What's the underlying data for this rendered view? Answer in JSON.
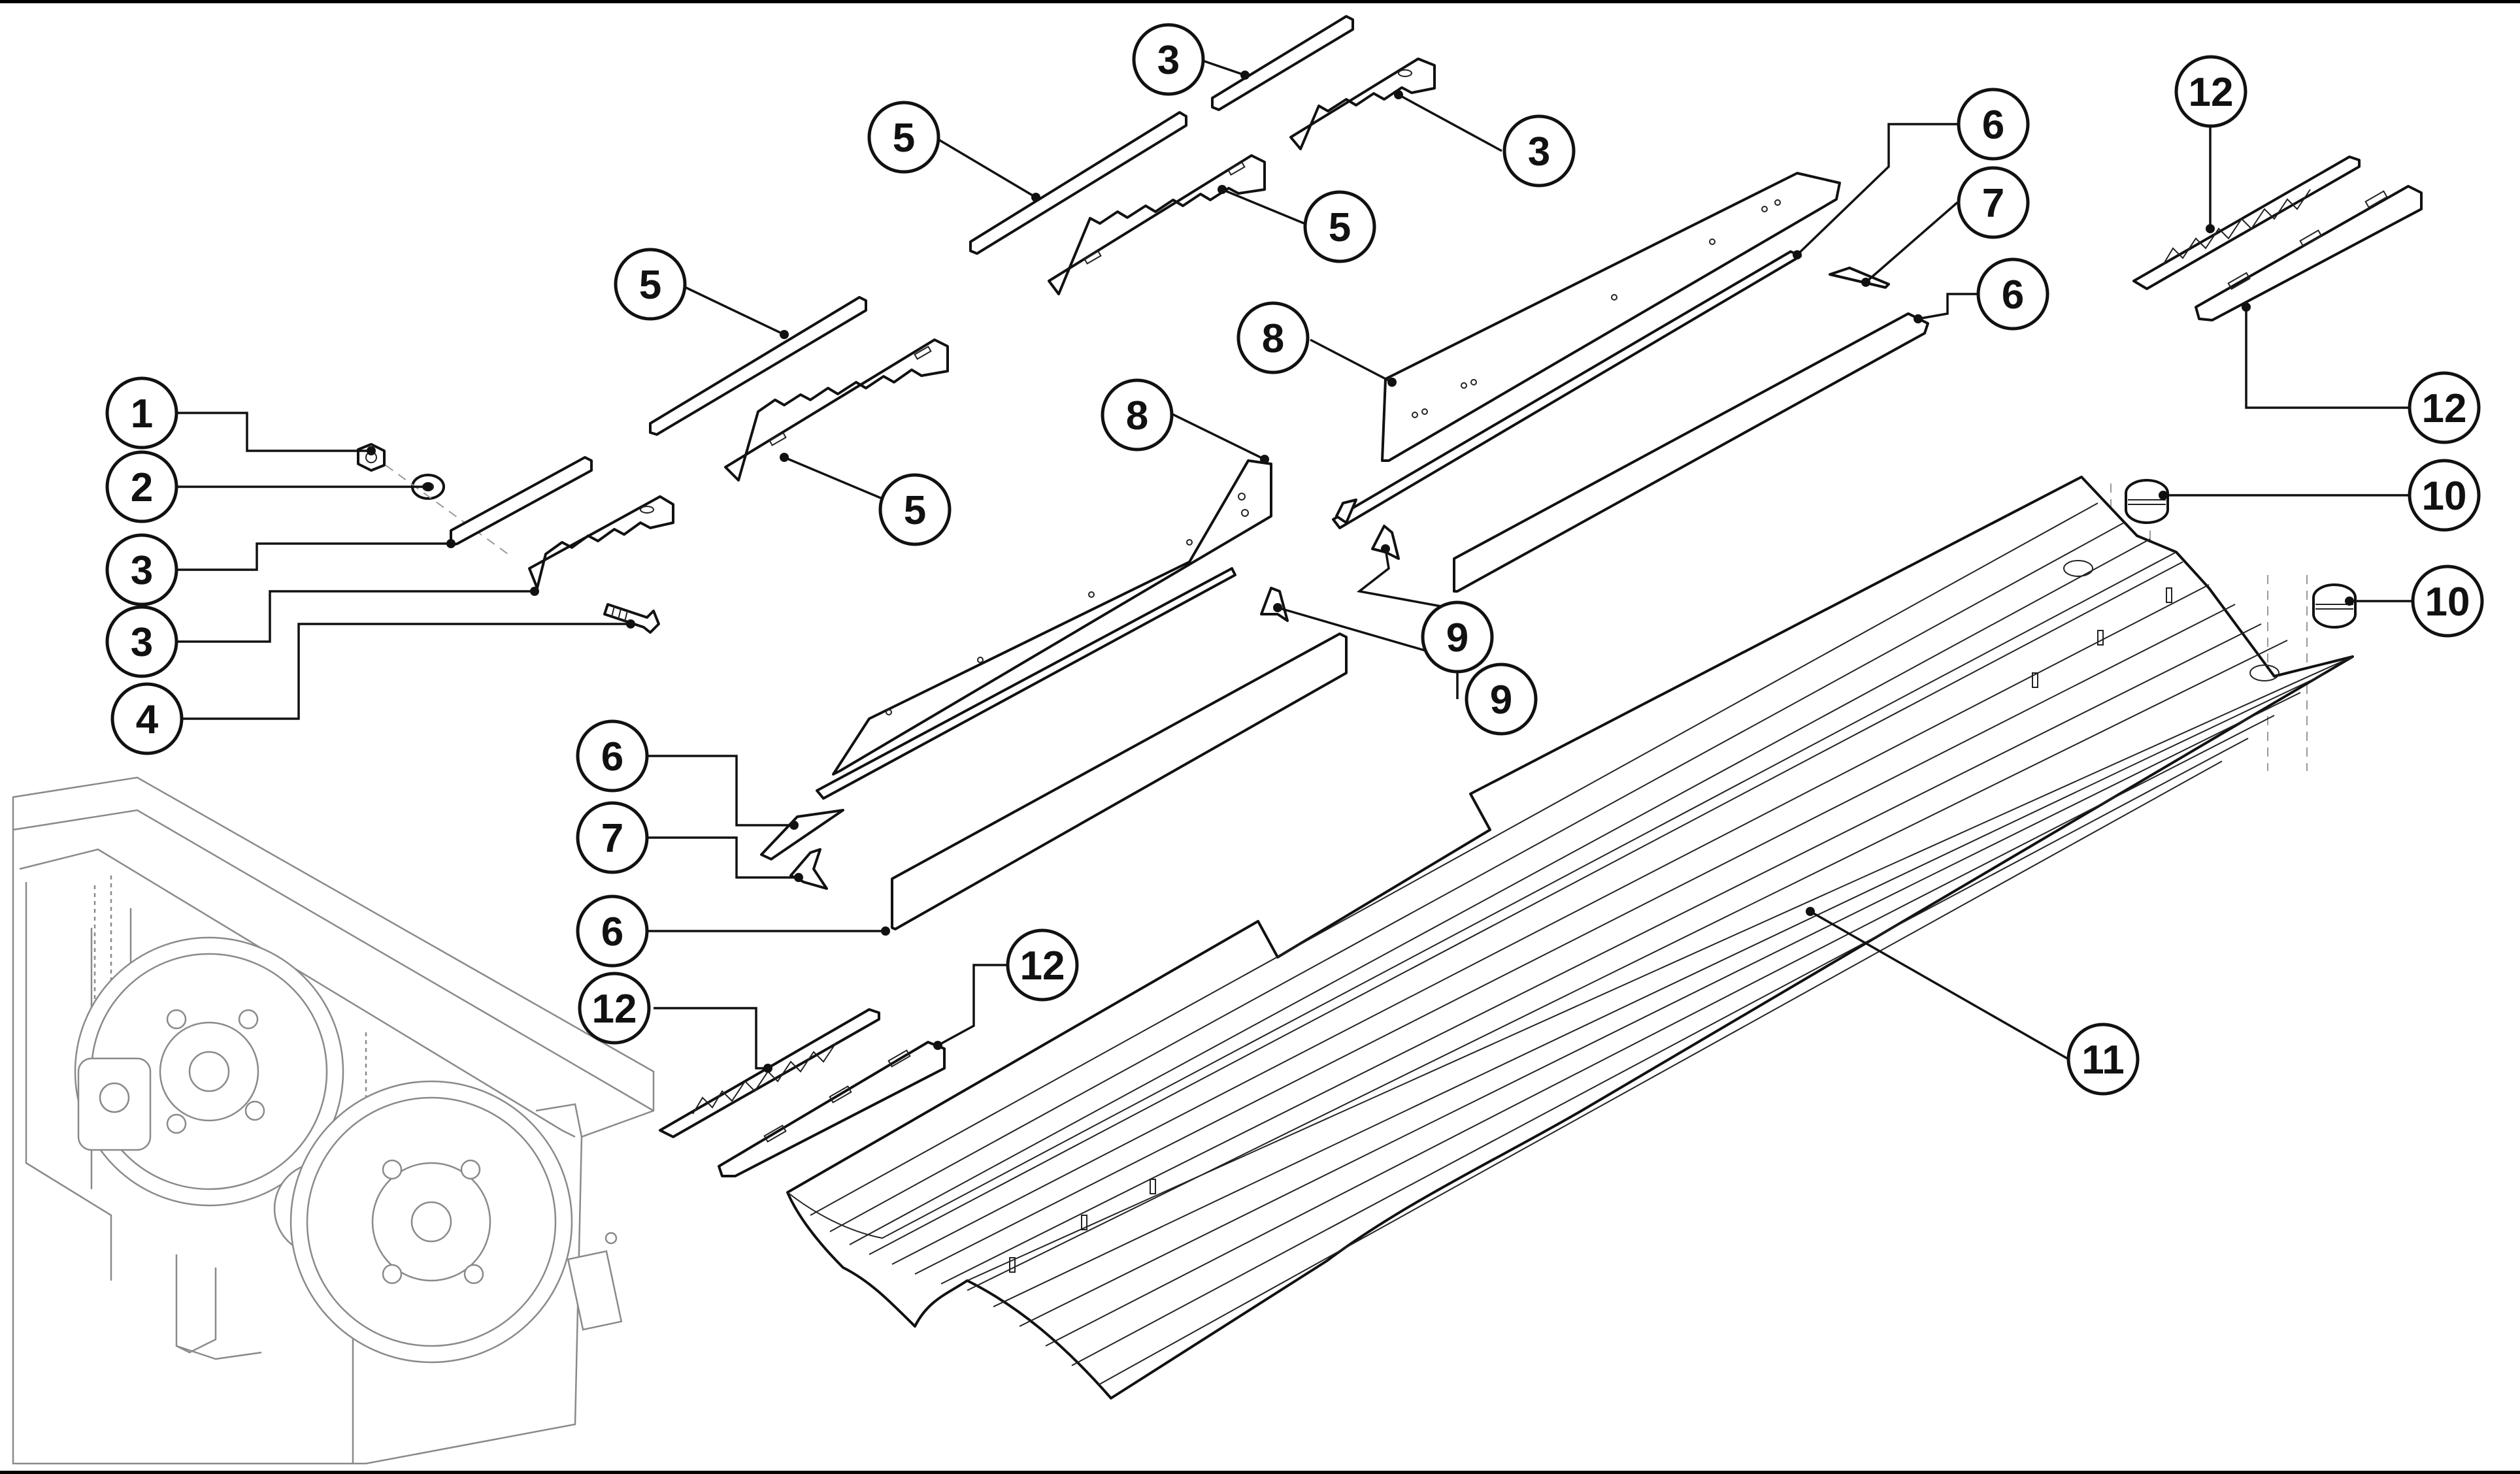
{
  "callouts": [
    {
      "label": "1"
    },
    {
      "label": "2"
    },
    {
      "label": "3"
    },
    {
      "label": "3"
    },
    {
      "label": "4"
    },
    {
      "label": "5"
    },
    {
      "label": "5"
    },
    {
      "label": "3"
    },
    {
      "label": "5"
    },
    {
      "label": "5"
    },
    {
      "label": "3"
    },
    {
      "label": "8"
    },
    {
      "label": "8"
    },
    {
      "label": "6"
    },
    {
      "label": "7"
    },
    {
      "label": "6"
    },
    {
      "label": "6"
    },
    {
      "label": "7"
    },
    {
      "label": "6"
    },
    {
      "label": "9"
    },
    {
      "label": "9"
    },
    {
      "label": "12"
    },
    {
      "label": "12"
    },
    {
      "label": "10"
    },
    {
      "label": "10"
    },
    {
      "label": "11"
    },
    {
      "label": "12"
    },
    {
      "label": "12"
    }
  ]
}
